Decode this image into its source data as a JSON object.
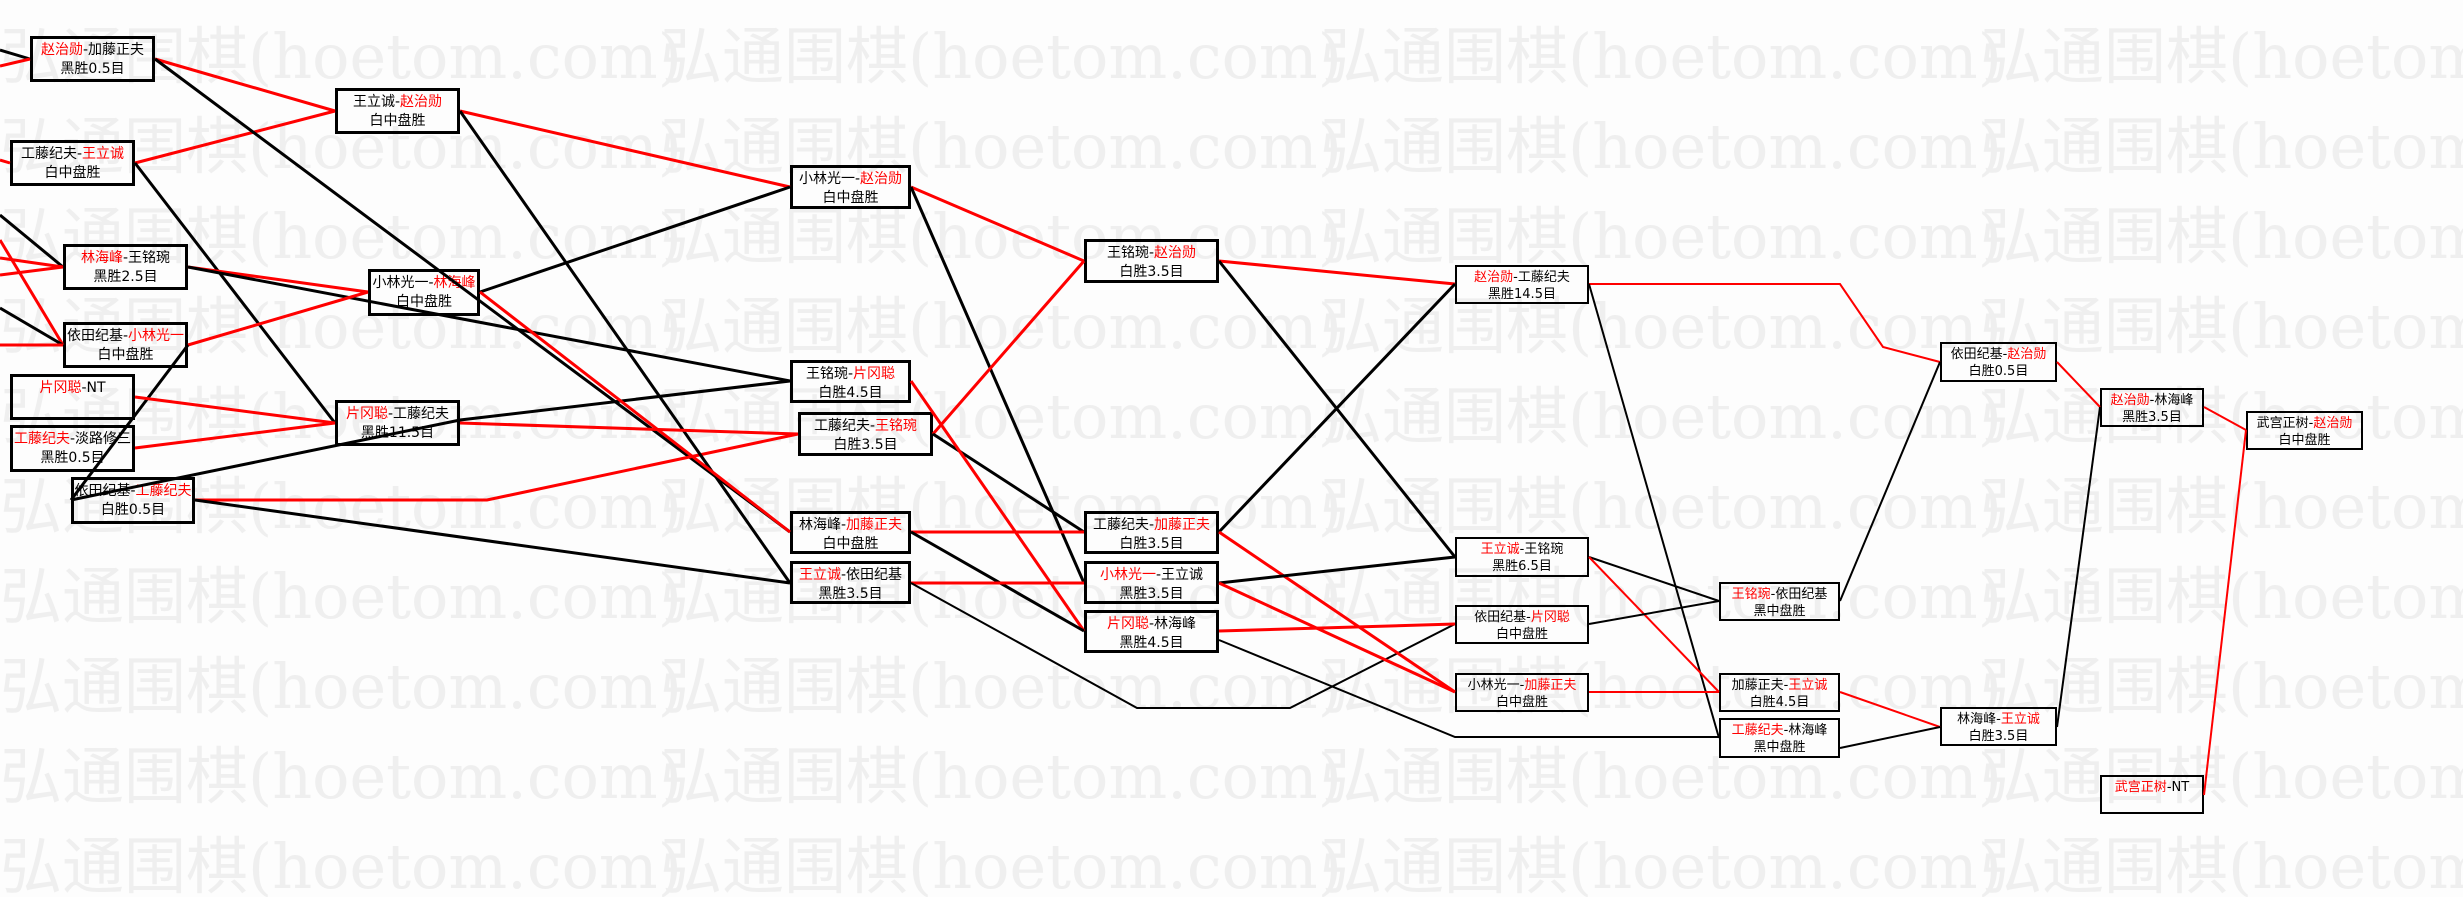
{
  "watermark": "弘通围棋(hoetom.com)",
  "separator": "-",
  "colors": {
    "winner": "#ff0000",
    "loser": "#000000",
    "line_win": "#ff0000",
    "line_loss": "#000000"
  },
  "matches": [
    {
      "p1": "赵治勋",
      "p2": "加藤正夫",
      "result": "黑胜0.5目",
      "winner": 1
    },
    {
      "p1": "工藤纪夫",
      "p2": "王立诚",
      "result": "白中盘胜",
      "winner": 2
    },
    {
      "p1": "林海峰",
      "p2": "王铭琬",
      "result": "黑胜2.5目",
      "winner": 1
    },
    {
      "p1": "依田纪基",
      "p2": "小林光一",
      "result": "白中盘胜",
      "winner": 2
    },
    {
      "p1": "片冈聪",
      "p2": "NT",
      "result": "",
      "winner": 1
    },
    {
      "p1": "工藤纪夫",
      "p2": "淡路修三",
      "result": "黑胜0.5目",
      "winner": 1
    },
    {
      "p1": "依田纪基",
      "p2": "工藤纪夫",
      "result": "白胜0.5目",
      "winner": 2
    },
    {
      "p1": "王立诚",
      "p2": "赵治勋",
      "result": "白中盘胜",
      "winner": 2
    },
    {
      "p1": "小林光一",
      "p2": "林海峰",
      "result": "白中盘胜",
      "winner": 2
    },
    {
      "p1": "片冈聪",
      "p2": "工藤纪夫",
      "result": "黑胜11.5目",
      "winner": 1
    },
    {
      "p1": "小林光一",
      "p2": "赵治勋",
      "result": "白中盘胜",
      "winner": 2
    },
    {
      "p1": "王铭琬",
      "p2": "赵治勋",
      "result": "白胜3.5目",
      "winner": 2
    },
    {
      "p1": "王铭琬",
      "p2": "片冈聪",
      "result": "白胜4.5目",
      "winner": 2
    },
    {
      "p1": "工藤纪夫",
      "p2": "王铭琬",
      "result": "白胜3.5目",
      "winner": 2
    },
    {
      "p1": "林海峰",
      "p2": "加藤正夫",
      "result": "白中盘胜",
      "winner": 2
    },
    {
      "p1": "王立诚",
      "p2": "依田纪基",
      "result": "黑胜3.5目",
      "winner": 1
    },
    {
      "p1": "工藤纪夫",
      "p2": "加藤正夫",
      "result": "白胜3.5目",
      "winner": 2
    },
    {
      "p1": "小林光一",
      "p2": "王立诚",
      "result": "黑胜3.5目",
      "winner": 1
    },
    {
      "p1": "片冈聪",
      "p2": "林海峰",
      "result": "黑胜4.5目",
      "winner": 1
    },
    {
      "p1": "赵治勋",
      "p2": "工藤纪夫",
      "result": "黑胜14.5目",
      "winner": 1
    },
    {
      "p1": "王立诚",
      "p2": "王铭琬",
      "result": "黑胜6.5目",
      "winner": 1
    },
    {
      "p1": "依田纪基",
      "p2": "片冈聪",
      "result": "白中盘胜",
      "winner": 2
    },
    {
      "p1": "小林光一",
      "p2": "加藤正夫",
      "result": "白中盘胜",
      "winner": 2
    },
    {
      "p1": "王铭琬",
      "p2": "依田纪基",
      "result": "黑中盘胜",
      "winner": 1
    },
    {
      "p1": "加藤正夫",
      "p2": "王立诚",
      "result": "白胜4.5目",
      "winner": 2
    },
    {
      "p1": "工藤纪夫",
      "p2": "林海峰",
      "result": "黑中盘胜",
      "winner": 1
    },
    {
      "p1": "依田纪基",
      "p2": "赵治勋",
      "result": "白胜0.5目",
      "winner": 2
    },
    {
      "p1": "林海峰",
      "p2": "王立诚",
      "result": "白胜3.5目",
      "winner": 2
    },
    {
      "p1": "赵治勋",
      "p2": "林海峰",
      "result": "黑胜3.5目",
      "winner": 1
    },
    {
      "p1": "武宫正树",
      "p2": "赵治勋",
      "result": "白中盘胜",
      "winner": 2
    },
    {
      "p1": "武宫正树",
      "p2": "NT",
      "result": "",
      "winner": 1
    }
  ]
}
